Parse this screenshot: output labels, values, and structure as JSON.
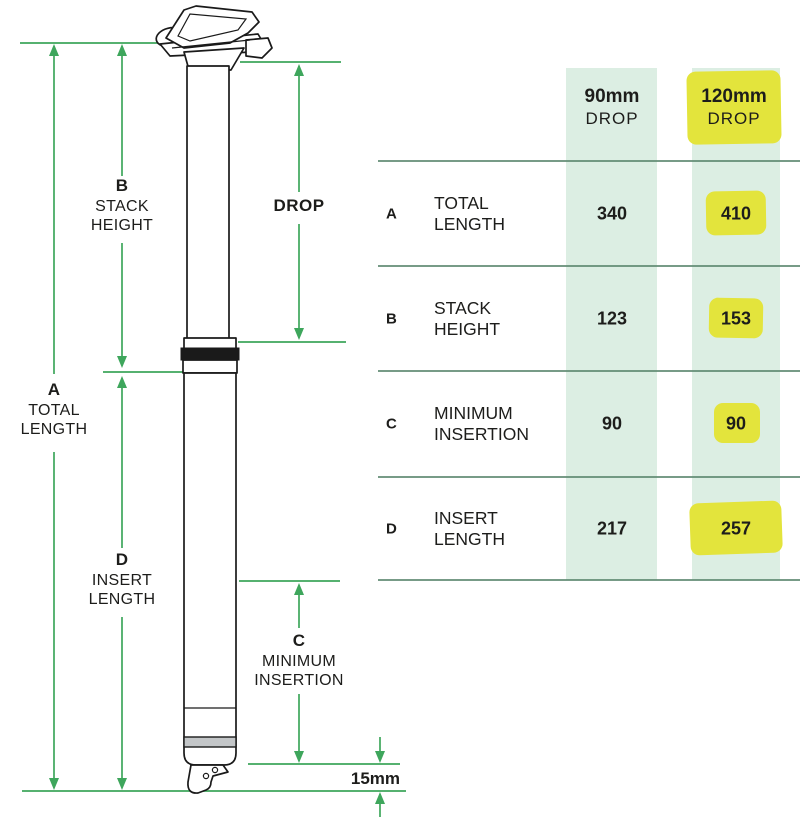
{
  "colors": {
    "green": "#3ea65c",
    "divider": "#5f8a72",
    "mint": "#dceee3",
    "yellow": "#e3e43c",
    "ink": "#1d1d1b",
    "outline": "#1a1a1a"
  },
  "diagram": {
    "labels": {
      "A": {
        "letter": "A",
        "line1": "TOTAL",
        "line2": "LENGTH"
      },
      "B": {
        "letter": "B",
        "line1": "STACK",
        "line2": "HEIGHT"
      },
      "C": {
        "letter": "C",
        "line1": "MINIMUM",
        "line2": "INSERTION"
      },
      "D": {
        "letter": "D",
        "line1": "INSERT",
        "line2": "LENGTH"
      },
      "drop": "DROP",
      "bottom_offset": "15mm"
    }
  },
  "table": {
    "columns": [
      {
        "size": "90mm",
        "sub": "DROP",
        "highlighted": false
      },
      {
        "size": "120mm",
        "sub": "DROP",
        "highlighted": true
      }
    ],
    "rows": [
      {
        "letter": "A",
        "line1": "TOTAL",
        "line2": "LENGTH",
        "drop90": "340",
        "drop120": "410"
      },
      {
        "letter": "B",
        "line1": "STACK",
        "line2": "HEIGHT",
        "drop90": "123",
        "drop120": "153"
      },
      {
        "letter": "C",
        "line1": "MINIMUM",
        "line2": "INSERTION",
        "drop90": "90",
        "drop120": "90"
      },
      {
        "letter": "D",
        "line1": "INSERT",
        "line2": "LENGTH",
        "drop90": "217",
        "drop120": "257"
      }
    ]
  }
}
